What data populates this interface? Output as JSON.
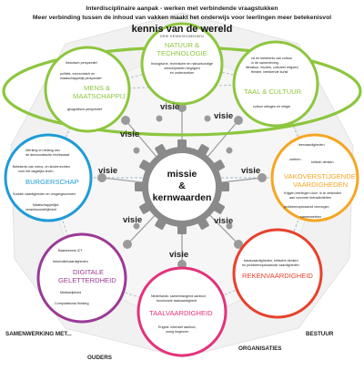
{
  "header": {
    "line1": "Interdisciplinaire aanpak - werken met verbindende vraagstukken",
    "line2": "Meer verbinding tussen de inhoud van vakken maakt het onderwijs voor leerlingen meer betekenisvol"
  },
  "kennis": {
    "title": "kennis van de wereld",
    "subtitle": "DRIE KENNISDOMEINEN"
  },
  "center": {
    "line1": "missie",
    "line2": "&",
    "line3": "kernwaarden"
  },
  "visie_label": "visie",
  "footer": {
    "left": "SAMENWERKING MET...",
    "ouders": "OUDERS",
    "organisaties": "ORGANISATIES",
    "bestuur": "BESTUUR"
  },
  "domains": {
    "natuur": {
      "title": [
        "NATUUR &",
        "TECHNOLOGIE"
      ],
      "color": "#8dc63f",
      "items": [
        "biologische, technische en natuurkundige",
        "verschijnselen begrijpen",
        "en onderzoeken"
      ]
    },
    "mens": {
      "title": [
        "MENS &",
        "MAATSCHAPPIJ"
      ],
      "color": "#8dc63f",
      "items": [
        "historisch perspectief",
        "politiek, economisch en",
        "maatschappelijk perspectief",
        "geografisch perspectief"
      ]
    },
    "taal_cultuur": {
      "title": [
        "TAAL & CULTUUR"
      ],
      "color": "#8dc63f",
      "items": [
        "rol en betekenis van cultuur",
        "in de samenleving:",
        "literatuur, muziek, cultureel erfgoed,",
        "theater, beeldende kunst",
        "cultuur uitingen en religie"
      ]
    },
    "burgerschap": {
      "title": [
        "BURGERSCHAP"
      ],
      "color": "#1f9bd7",
      "items": [
        "Werking en belang van",
        "de democratische rechtsstaat",
        "Betekenis van mens- en kinderrechten",
        "voor het dagelijks leven",
        "Sociale vaardigheden en omgangsvormen",
        "Maatschappelijke",
        "verantwoordelijkheid"
      ]
    },
    "vakoverstijgende": {
      "title": [
        "VAKOVERSTIJGENDE",
        "VAARDIGHEDEN"
      ],
      "color": "#f5a623",
      "items": [
        "leervaardigheden",
        "creëren",
        "kritisch denken",
        "Krijgen leerlingen door: in te verbinden",
        "aan concrete leeractiviteiten",
        "probleemoplossend vermogen",
        "samenwerken"
      ]
    },
    "digitale": {
      "title": [
        "DIGITALE",
        "GELETTERDHEID"
      ],
      "color": "#9b3a96",
      "items": [
        "Basiskennis ICT",
        "Informatievaardigheden",
        "Mediawijsheid",
        "Computational thinking"
      ]
    },
    "rekenvaardigheid": {
      "title": [
        "REKENVAARDIGHEID"
      ],
      "color": "#e8412c",
      "items": [
        "basisvaardigheden, kritische denken",
        "en probleemoplossende vaardigheden"
      ]
    },
    "taalvaardigheid": {
      "title": [
        "TAALVAARDIGHEID"
      ],
      "color": "#e2337b",
      "items": [
        "Nederlands: samenhangend aanbod",
        "functionele taalvaardigheid",
        "Engels: intensief aanbod,",
        "vroeg beginnen"
      ]
    }
  },
  "colors": {
    "kennis_outline": "#8dc63f",
    "gear": "#8a8a8a",
    "background_ring": "#efefef",
    "node": "#9a9a9a"
  }
}
